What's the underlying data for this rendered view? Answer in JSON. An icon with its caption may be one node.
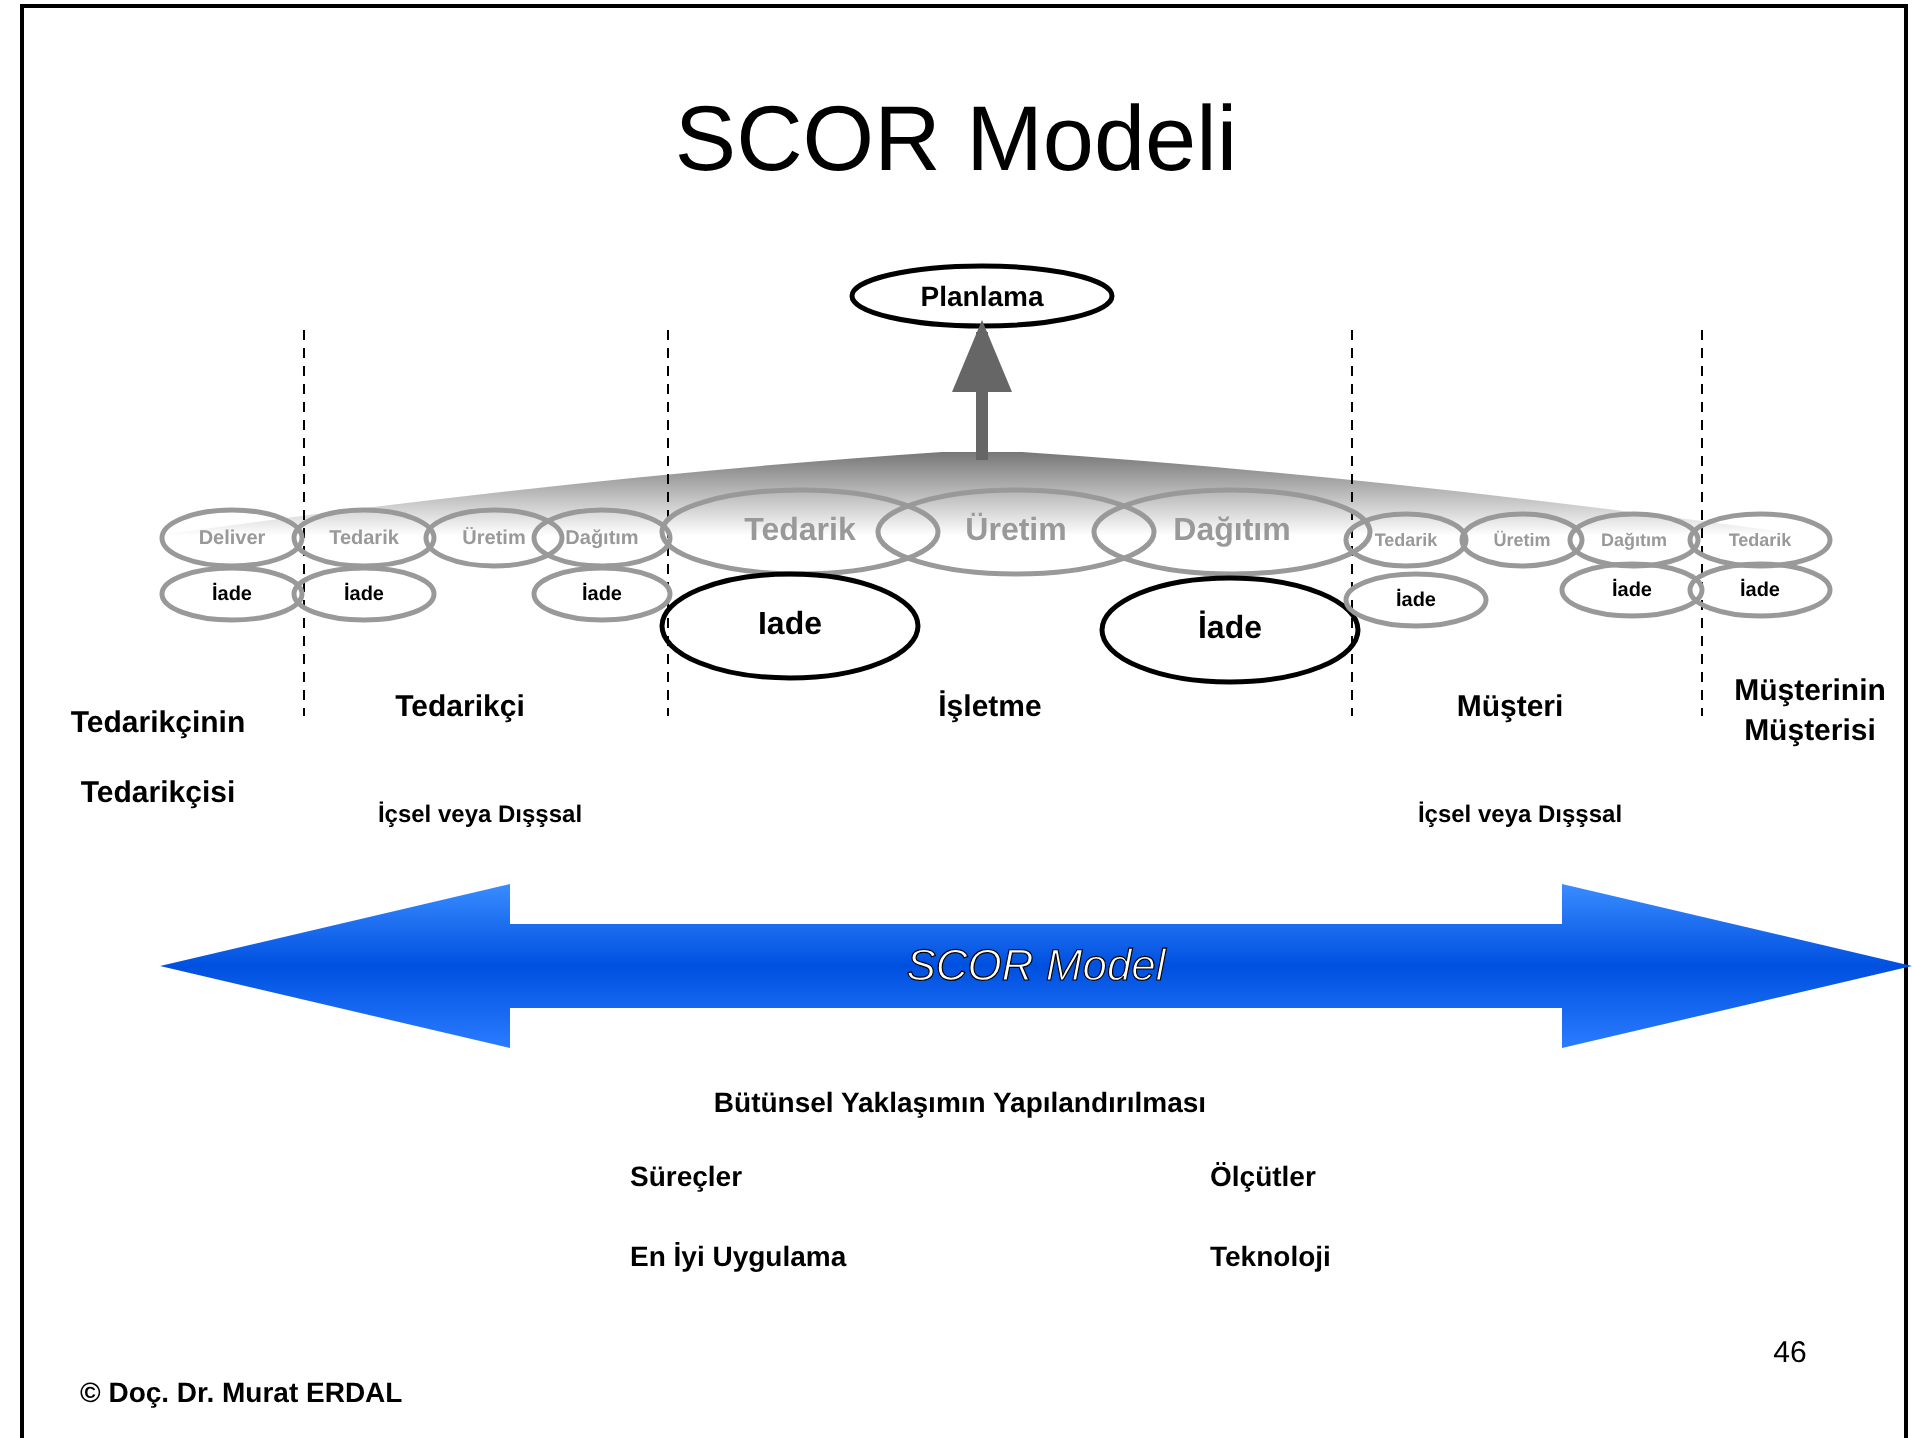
{
  "diagram": {
    "title": "SCOR Modeli",
    "nodes": [
      {
        "text": [
          "Planlama"
        ]
      },
      {
        "text": [
          "Deliver"
        ]
      },
      {
        "text": [
          "Tedarik"
        ]
      },
      {
        "text": [
          "Üretim"
        ]
      },
      {
        "text": [
          "Dağıtım"
        ]
      },
      {
        "text": [
          "Tedarik"
        ]
      },
      {
        "text": [
          "Üretim"
        ]
      },
      {
        "text": [
          "Dağıtım"
        ]
      },
      {
        "text": [
          "Tedarik"
        ]
      },
      {
        "text": [
          "Üretim"
        ]
      },
      {
        "text": [
          "Dağıtım"
        ]
      },
      {
        "text": [
          "Tedarik"
        ]
      },
      {
        "text": [
          "İade"
        ]
      },
      {
        "text": [
          "İade"
        ]
      },
      {
        "text": [
          "İade"
        ]
      },
      {
        "text": [
          "Iade"
        ]
      },
      {
        "text": [
          "İade"
        ]
      },
      {
        "text": [
          "İade"
        ]
      },
      {
        "text": [
          "İade"
        ]
      },
      {
        "text": [
          "İade"
        ]
      },
      {
        "text": [
          "SCOR Model"
        ]
      },
      {
        "text": [],
        "shape": "fan"
      }
    ],
    "edges": [
      {
        "from": 21,
        "to": 0,
        "arrow": "to"
      }
    ],
    "labels": [
      "Tedarikçinin Tedarikçisi",
      "Tedarikçi",
      "İşletme",
      "Müşteri",
      "Müşterinin Müşterisi",
      "İçsel veya Dışşsal",
      "İçsel veya Dışşsal",
      "Bütünsel Yaklaşımın Yapılandırılması",
      "Süreçler",
      "Ölçütler",
      "En İyi Uygulama",
      "Teknoloji",
      "46",
      "© Doç. Dr. Murat ERDAL"
    ]
  }
}
